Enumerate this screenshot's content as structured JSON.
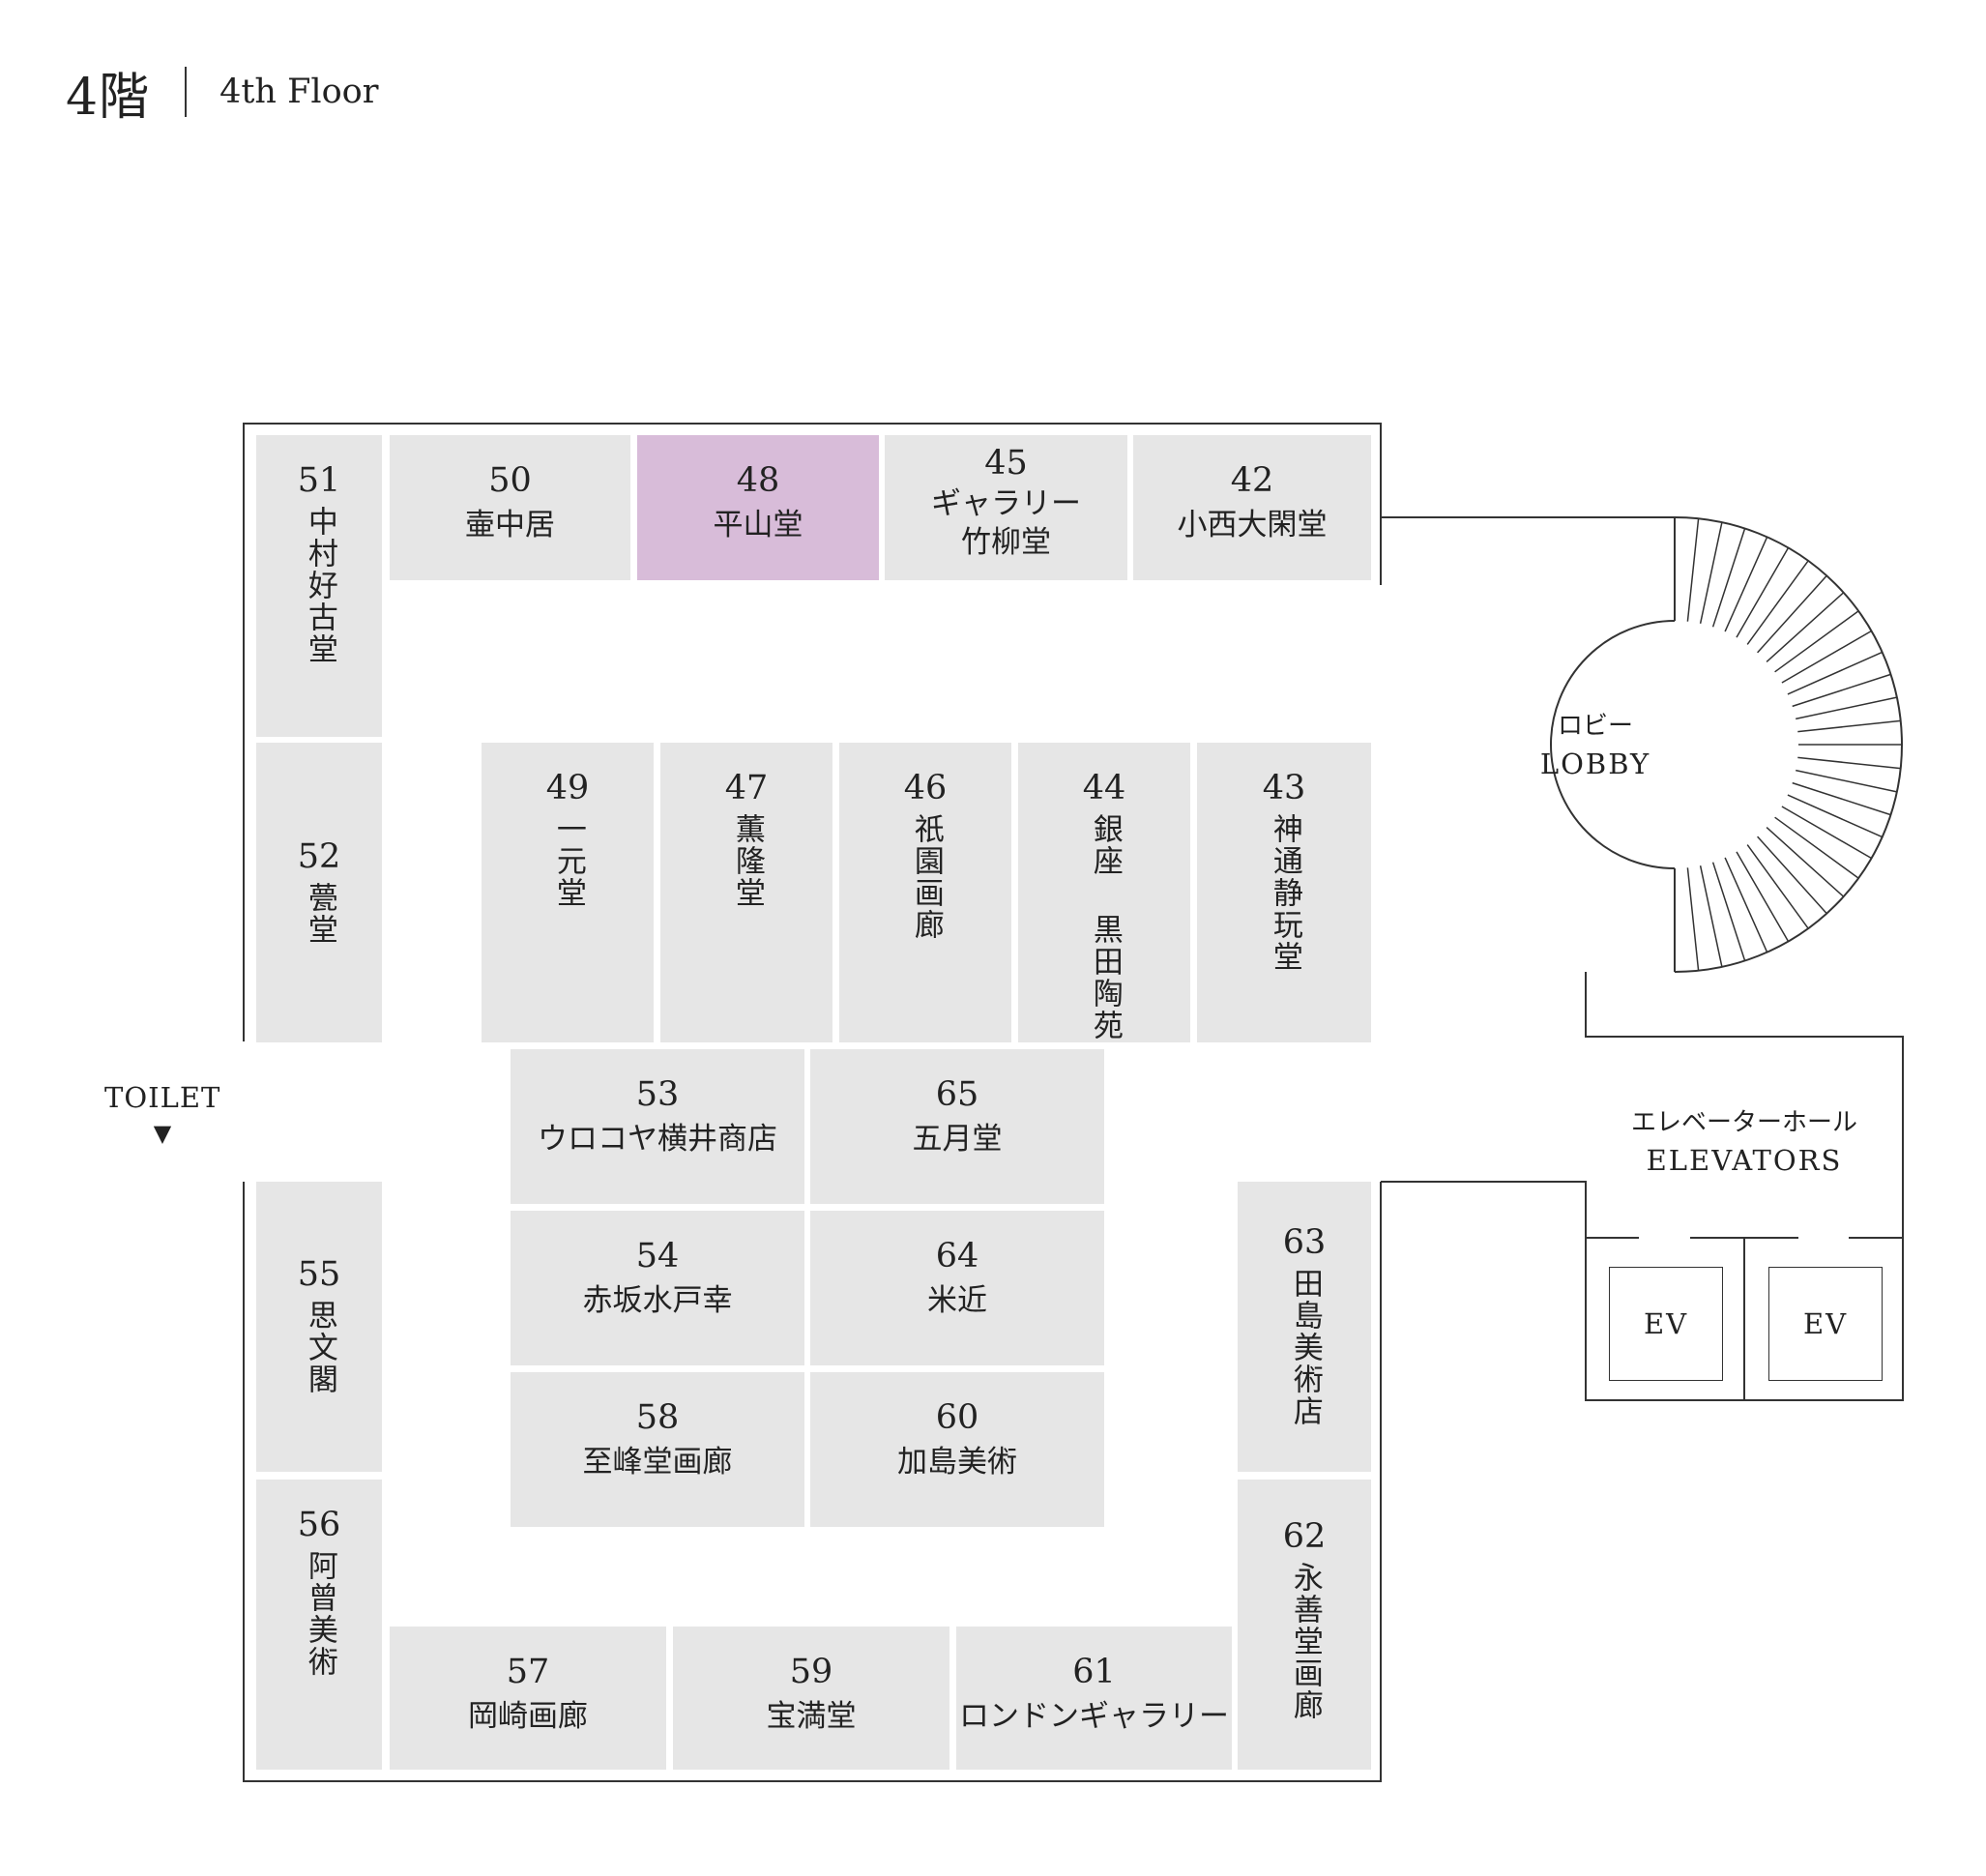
{
  "header": {
    "floor_jp": "4階",
    "floor_en": "4th Floor"
  },
  "highlight_color": "#d8bcd9",
  "booth_color": "#e6e6e6",
  "booths": {
    "b51": {
      "num": "51",
      "name": "中村好古堂"
    },
    "b50": {
      "num": "50",
      "name": "壷中居"
    },
    "b48": {
      "num": "48",
      "name": "平山堂"
    },
    "b45": {
      "num": "45",
      "name": "ギャラリー\n竹柳堂"
    },
    "b42": {
      "num": "42",
      "name": "小西大閑堂"
    },
    "b52": {
      "num": "52",
      "name": "甍堂"
    },
    "b49": {
      "num": "49",
      "name": "一元堂"
    },
    "b47": {
      "num": "47",
      "name": "薫隆堂"
    },
    "b46": {
      "num": "46",
      "name": "祇園画廊"
    },
    "b44": {
      "num": "44",
      "name": "銀座 黒田陶苑"
    },
    "b43": {
      "num": "43",
      "name": "神通静玩堂"
    },
    "b53": {
      "num": "53",
      "name": "ウロコヤ横井商店"
    },
    "b65": {
      "num": "65",
      "name": "五月堂"
    },
    "b54": {
      "num": "54",
      "name": "赤坂水戸幸"
    },
    "b64": {
      "num": "64",
      "name": "米近"
    },
    "b58": {
      "num": "58",
      "name": "至峰堂画廊"
    },
    "b60": {
      "num": "60",
      "name": "加島美術"
    },
    "b55": {
      "num": "55",
      "name": "思文閣"
    },
    "b56": {
      "num": "56",
      "name": "阿曾美術"
    },
    "b63": {
      "num": "63",
      "name": "田島美術店"
    },
    "b62": {
      "num": "62",
      "name": "永善堂画廊"
    },
    "b57": {
      "num": "57",
      "name": "岡崎画廊"
    },
    "b59": {
      "num": "59",
      "name": "宝満堂"
    },
    "b61": {
      "num": "61",
      "name": "ロンドンギャラリー"
    }
  },
  "lobby": {
    "jp": "ロビー",
    "en": "LOBBY"
  },
  "elevators": {
    "jp": "エレベーターホール",
    "en": "ELEVATORS",
    "ev1": "EV",
    "ev2": "EV"
  },
  "toilet": {
    "label": "TOILET",
    "arrow": "▼"
  }
}
